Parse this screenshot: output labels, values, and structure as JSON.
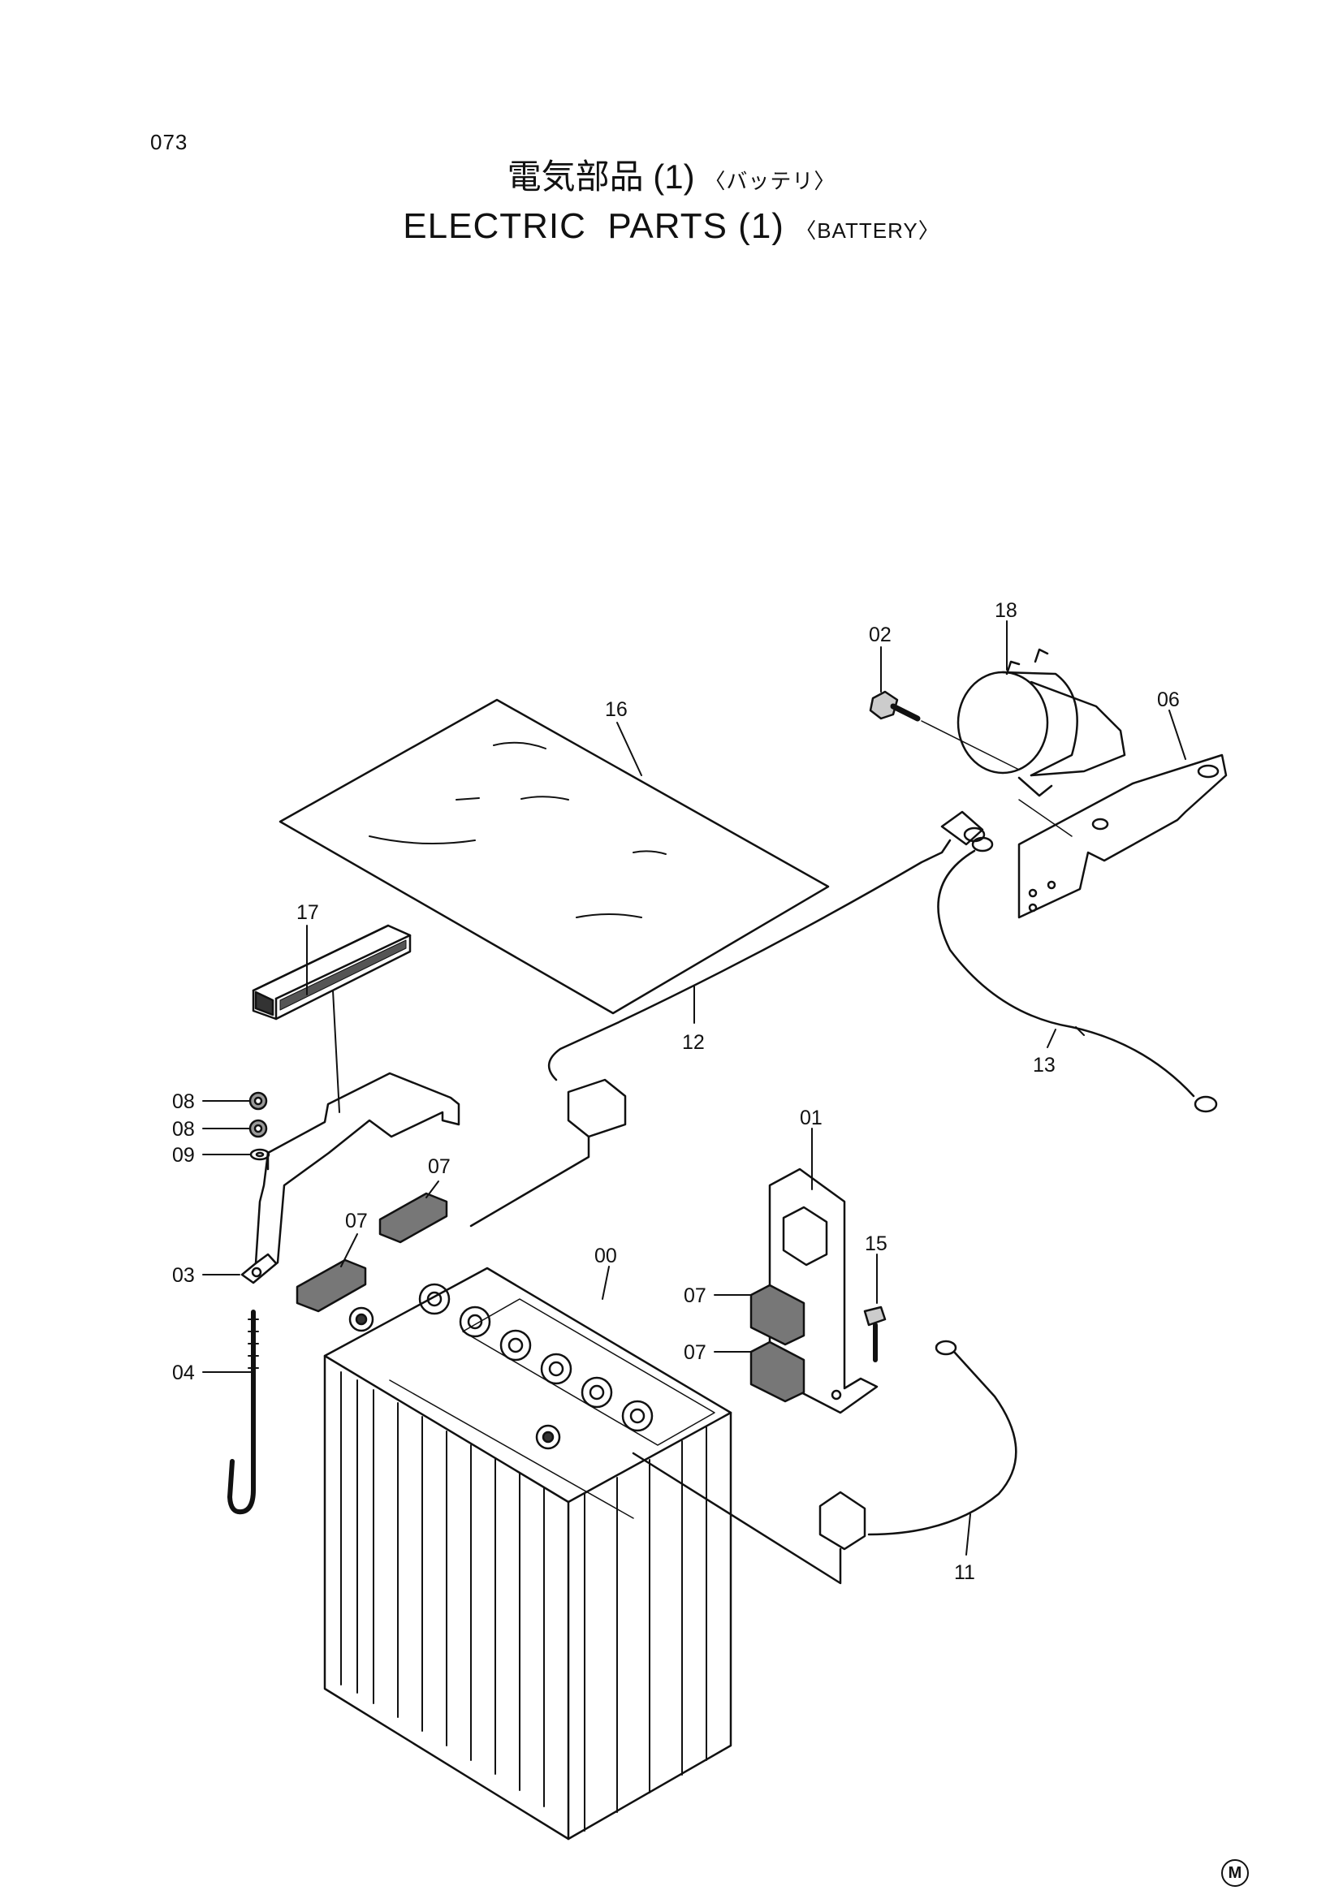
{
  "page": {
    "number": "073"
  },
  "title": {
    "jp": "電気部品 (1)",
    "jp_sub": "〈バッテリ〉",
    "en": "ELECTRIC  PARTS (1)",
    "en_sub": "〈BATTERY〉"
  },
  "callouts": {
    "c00": "00",
    "c01": "01",
    "c02": "02",
    "c03": "03",
    "c04": "04",
    "c06": "06",
    "c07a": "07",
    "c07b": "07",
    "c07c": "07",
    "c07d": "07",
    "c08a": "08",
    "c08b": "08",
    "c09": "09",
    "c11": "11",
    "c12": "12",
    "c13": "13",
    "c15": "15",
    "c16": "16",
    "c17": "17",
    "c18": "18"
  },
  "mark": "M"
}
